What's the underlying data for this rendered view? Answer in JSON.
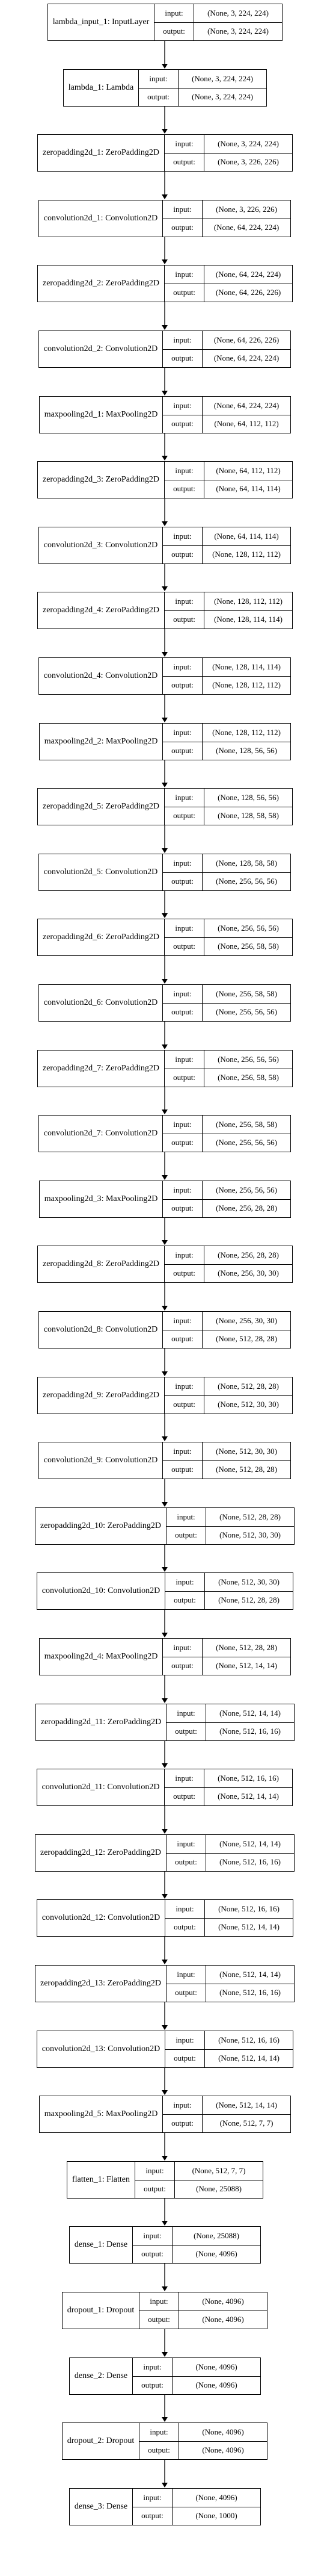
{
  "diagram": {
    "input_label": "input:",
    "output_label": "output:",
    "layers": [
      {
        "name": "lambda_input_1: InputLayer",
        "input": "(None, 3, 224, 224)",
        "output": "(None, 3, 224, 224)"
      },
      {
        "name": "lambda_1: Lambda",
        "input": "(None, 3, 224, 224)",
        "output": "(None, 3, 224, 224)"
      },
      {
        "name": "zeropadding2d_1: ZeroPadding2D",
        "input": "(None, 3, 224, 224)",
        "output": "(None, 3, 226, 226)"
      },
      {
        "name": "convolution2d_1: Convolution2D",
        "input": "(None, 3, 226, 226)",
        "output": "(None, 64, 224, 224)"
      },
      {
        "name": "zeropadding2d_2: ZeroPadding2D",
        "input": "(None, 64, 224, 224)",
        "output": "(None, 64, 226, 226)"
      },
      {
        "name": "convolution2d_2: Convolution2D",
        "input": "(None, 64, 226, 226)",
        "output": "(None, 64, 224, 224)"
      },
      {
        "name": "maxpooling2d_1: MaxPooling2D",
        "input": "(None, 64, 224, 224)",
        "output": "(None, 64, 112, 112)"
      },
      {
        "name": "zeropadding2d_3: ZeroPadding2D",
        "input": "(None, 64, 112, 112)",
        "output": "(None, 64, 114, 114)"
      },
      {
        "name": "convolution2d_3: Convolution2D",
        "input": "(None, 64, 114, 114)",
        "output": "(None, 128, 112, 112)"
      },
      {
        "name": "zeropadding2d_4: ZeroPadding2D",
        "input": "(None, 128, 112, 112)",
        "output": "(None, 128, 114, 114)"
      },
      {
        "name": "convolution2d_4: Convolution2D",
        "input": "(None, 128, 114, 114)",
        "output": "(None, 128, 112, 112)"
      },
      {
        "name": "maxpooling2d_2: MaxPooling2D",
        "input": "(None, 128, 112, 112)",
        "output": "(None, 128, 56, 56)"
      },
      {
        "name": "zeropadding2d_5: ZeroPadding2D",
        "input": "(None, 128, 56, 56)",
        "output": "(None, 128, 58, 58)"
      },
      {
        "name": "convolution2d_5: Convolution2D",
        "input": "(None, 128, 58, 58)",
        "output": "(None, 256, 56, 56)"
      },
      {
        "name": "zeropadding2d_6: ZeroPadding2D",
        "input": "(None, 256, 56, 56)",
        "output": "(None, 256, 58, 58)"
      },
      {
        "name": "convolution2d_6: Convolution2D",
        "input": "(None, 256, 58, 58)",
        "output": "(None, 256, 56, 56)"
      },
      {
        "name": "zeropadding2d_7: ZeroPadding2D",
        "input": "(None, 256, 56, 56)",
        "output": "(None, 256, 58, 58)"
      },
      {
        "name": "convolution2d_7: Convolution2D",
        "input": "(None, 256, 58, 58)",
        "output": "(None, 256, 56, 56)"
      },
      {
        "name": "maxpooling2d_3: MaxPooling2D",
        "input": "(None, 256, 56, 56)",
        "output": "(None, 256, 28, 28)"
      },
      {
        "name": "zeropadding2d_8: ZeroPadding2D",
        "input": "(None, 256, 28, 28)",
        "output": "(None, 256, 30, 30)"
      },
      {
        "name": "convolution2d_8: Convolution2D",
        "input": "(None, 256, 30, 30)",
        "output": "(None, 512, 28, 28)"
      },
      {
        "name": "zeropadding2d_9: ZeroPadding2D",
        "input": "(None, 512, 28, 28)",
        "output": "(None, 512, 30, 30)"
      },
      {
        "name": "convolution2d_9: Convolution2D",
        "input": "(None, 512, 30, 30)",
        "output": "(None, 512, 28, 28)"
      },
      {
        "name": "zeropadding2d_10: ZeroPadding2D",
        "input": "(None, 512, 28, 28)",
        "output": "(None, 512, 30, 30)"
      },
      {
        "name": "convolution2d_10: Convolution2D",
        "input": "(None, 512, 30, 30)",
        "output": "(None, 512, 28, 28)"
      },
      {
        "name": "maxpooling2d_4: MaxPooling2D",
        "input": "(None, 512, 28, 28)",
        "output": "(None, 512, 14, 14)"
      },
      {
        "name": "zeropadding2d_11: ZeroPadding2D",
        "input": "(None, 512, 14, 14)",
        "output": "(None, 512, 16, 16)"
      },
      {
        "name": "convolution2d_11: Convolution2D",
        "input": "(None, 512, 16, 16)",
        "output": "(None, 512, 14, 14)"
      },
      {
        "name": "zeropadding2d_12: ZeroPadding2D",
        "input": "(None, 512, 14, 14)",
        "output": "(None, 512, 16, 16)"
      },
      {
        "name": "convolution2d_12: Convolution2D",
        "input": "(None, 512, 16, 16)",
        "output": "(None, 512, 14, 14)"
      },
      {
        "name": "zeropadding2d_13: ZeroPadding2D",
        "input": "(None, 512, 14, 14)",
        "output": "(None, 512, 16, 16)"
      },
      {
        "name": "convolution2d_13: Convolution2D",
        "input": "(None, 512, 16, 16)",
        "output": "(None, 512, 14, 14)"
      },
      {
        "name": "maxpooling2d_5: MaxPooling2D",
        "input": "(None, 512, 14, 14)",
        "output": "(None, 512, 7, 7)"
      },
      {
        "name": "flatten_1: Flatten",
        "input": "(None, 512, 7, 7)",
        "output": "(None, 25088)"
      },
      {
        "name": "dense_1: Dense",
        "input": "(None, 25088)",
        "output": "(None, 4096)"
      },
      {
        "name": "dropout_1: Dropout",
        "input": "(None, 4096)",
        "output": "(None, 4096)"
      },
      {
        "name": "dense_2: Dense",
        "input": "(None, 4096)",
        "output": "(None, 4096)"
      },
      {
        "name": "dropout_2: Dropout",
        "input": "(None, 4096)",
        "output": "(None, 4096)"
      },
      {
        "name": "dense_3: Dense",
        "input": "(None, 4096)",
        "output": "(None, 1000)"
      }
    ]
  }
}
